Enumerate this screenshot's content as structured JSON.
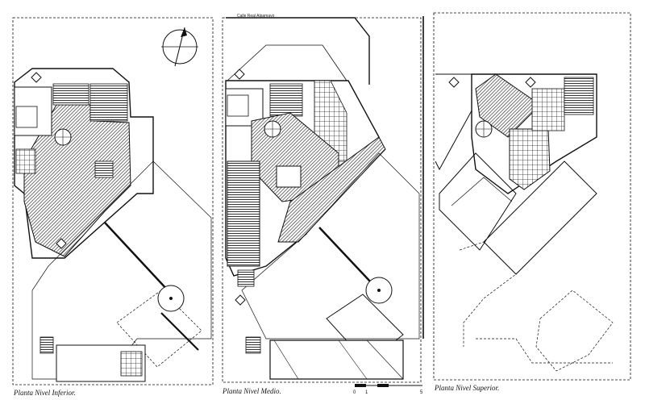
{
  "drawing": {
    "captions": {
      "lower": "Planta Nivel Inferior.",
      "middle": "Planta Nivel Medio.",
      "upper": "Planta Nivel Superior."
    },
    "street_note": "Calle Real Alpamayo",
    "scale_bar": [
      "0",
      "1",
      "5"
    ],
    "icons": [
      "north-arrow-icon",
      "spiral-stair-icon",
      "tree-icon",
      "section-marker-icon"
    ],
    "colors": {
      "ink": "#111111",
      "paper": "#ffffff",
      "hatch": "#3a3a3a"
    }
  }
}
